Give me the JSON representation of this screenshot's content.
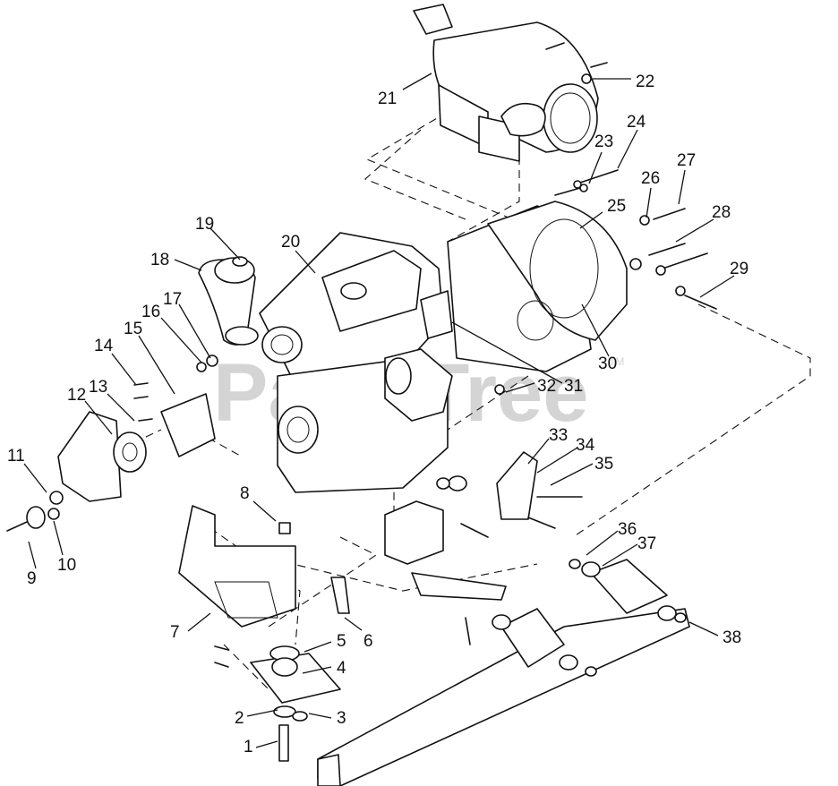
{
  "watermark": {
    "text": "PartsTree",
    "tm": "TM"
  },
  "callouts": [
    "1",
    "2",
    "3",
    "4",
    "5",
    "6",
    "7",
    "8",
    "9",
    "10",
    "11",
    "12",
    "13",
    "14",
    "15",
    "16",
    "17",
    "18",
    "19",
    "20",
    "21",
    "22",
    "23",
    "24",
    "25",
    "26",
    "27",
    "28",
    "29",
    "30",
    "31",
    "32",
    "33",
    "34",
    "35",
    "36",
    "37",
    "38"
  ]
}
